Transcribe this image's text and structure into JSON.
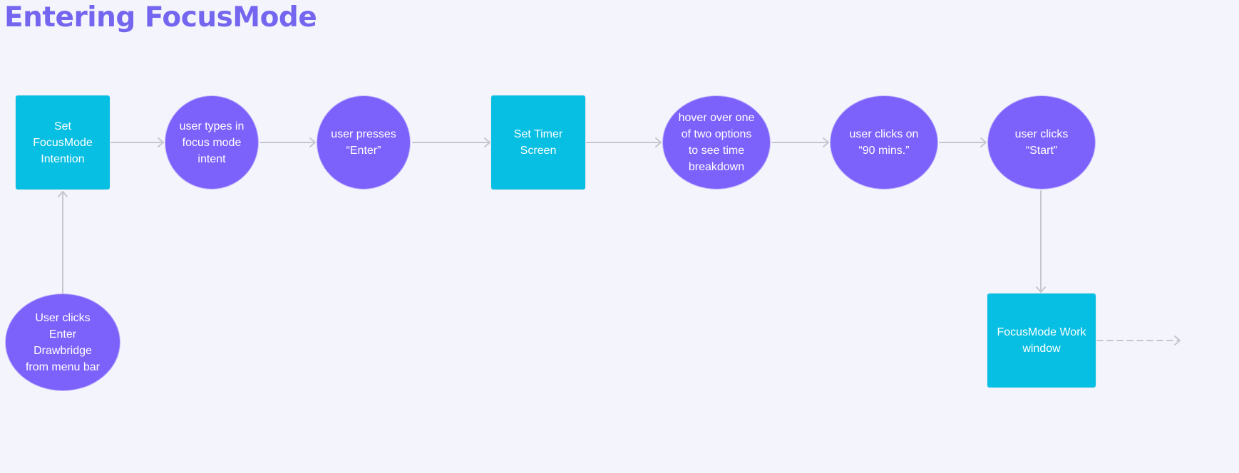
{
  "diagram": {
    "title": "Entering FocusMode",
    "nodes": {
      "start": {
        "label": "User clicks\nEnter\nDrawbridge\nfrom menu bar",
        "shape": "oval"
      },
      "set_intention": {
        "label": "Set FocusMode\nIntention",
        "shape": "rect"
      },
      "type_intent": {
        "label": "user types in\nfocus mode\nintent",
        "shape": "oval"
      },
      "press_enter": {
        "label": "user presses\n“Enter”",
        "shape": "oval"
      },
      "set_timer": {
        "label": "Set Timer\nScreen",
        "shape": "rect"
      },
      "hover_options": {
        "label": "hover over one\nof two options\nto see time\nbreakdown",
        "shape": "oval"
      },
      "click_90": {
        "label": "user clicks on\n“90 mins.”",
        "shape": "oval"
      },
      "click_start": {
        "label": "user clicks\n“Start”",
        "shape": "oval"
      },
      "work_window": {
        "label": "FocusMode Work\nwindow",
        "shape": "rect"
      }
    },
    "edges": [
      {
        "from": "start",
        "to": "set_intention",
        "style": "solid"
      },
      {
        "from": "set_intention",
        "to": "type_intent",
        "style": "solid"
      },
      {
        "from": "type_intent",
        "to": "press_enter",
        "style": "solid"
      },
      {
        "from": "press_enter",
        "to": "set_timer",
        "style": "solid"
      },
      {
        "from": "set_timer",
        "to": "hover_options",
        "style": "solid"
      },
      {
        "from": "hover_options",
        "to": "click_90",
        "style": "solid"
      },
      {
        "from": "click_90",
        "to": "click_start",
        "style": "solid"
      },
      {
        "from": "click_start",
        "to": "work_window",
        "style": "solid"
      },
      {
        "from": "work_window",
        "to": "",
        "style": "dashed"
      }
    ],
    "colors": {
      "title": "#7566f0",
      "rect_fill": "#06bfe2",
      "oval_fill": "#7c62fb",
      "connector": "#c6c6ce",
      "background": "#f4f5fc"
    }
  }
}
